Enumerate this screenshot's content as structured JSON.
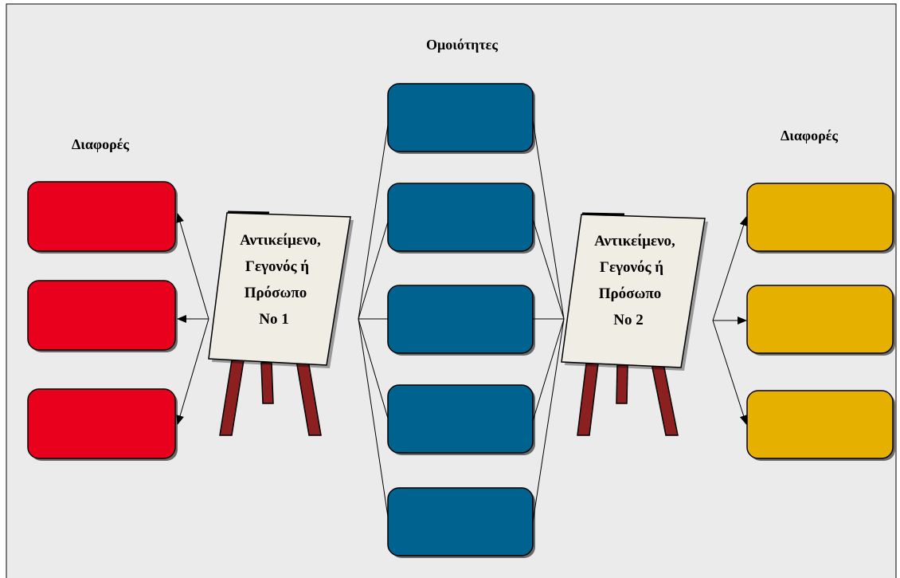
{
  "similarities_label": "Ομοιότητες",
  "differences_left_label": "Διαφορές",
  "differences_right_label": "Διαφορές",
  "easel1": {
    "lines": [
      "Αντικείμενο,",
      "Γεγονός ή",
      "Πρόσωπο",
      "Νο 1"
    ]
  },
  "easel2": {
    "lines": [
      "Αντικείμενο,",
      "Γεγονός ή",
      "Πρόσωπο",
      "Νο 2"
    ]
  },
  "colors": {
    "background": "#ebebeb",
    "left_boxes": "#e8001c",
    "similarity_boxes": "#00628f",
    "right_boxes": "#e6b000",
    "easel_board": "#f0ede4",
    "easel_legs": "#8c1f1f"
  }
}
